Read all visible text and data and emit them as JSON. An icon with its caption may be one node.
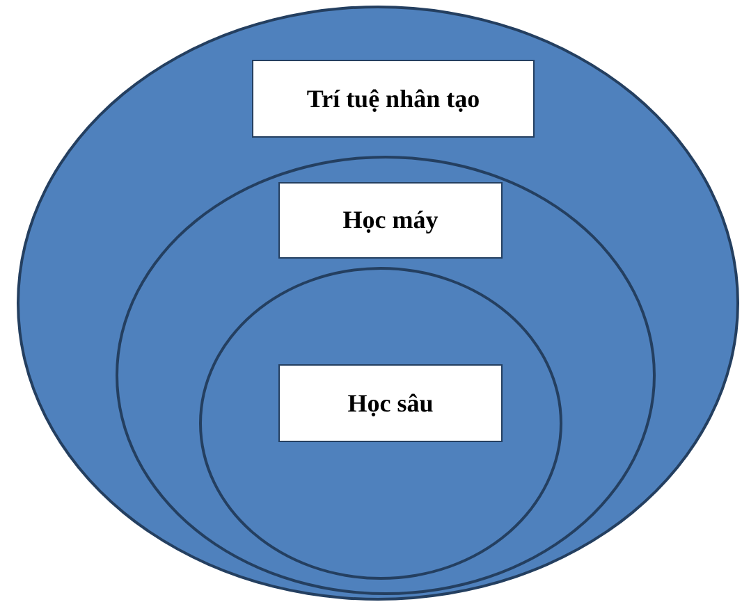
{
  "diagram": {
    "nodes": [
      {
        "text": [
          "Trí tuệ nhân tạo"
        ]
      },
      {
        "text": [
          "Học máy"
        ],
        "in": 0
      },
      {
        "text": [
          "Học sâu"
        ],
        "in": 1
      }
    ]
  }
}
